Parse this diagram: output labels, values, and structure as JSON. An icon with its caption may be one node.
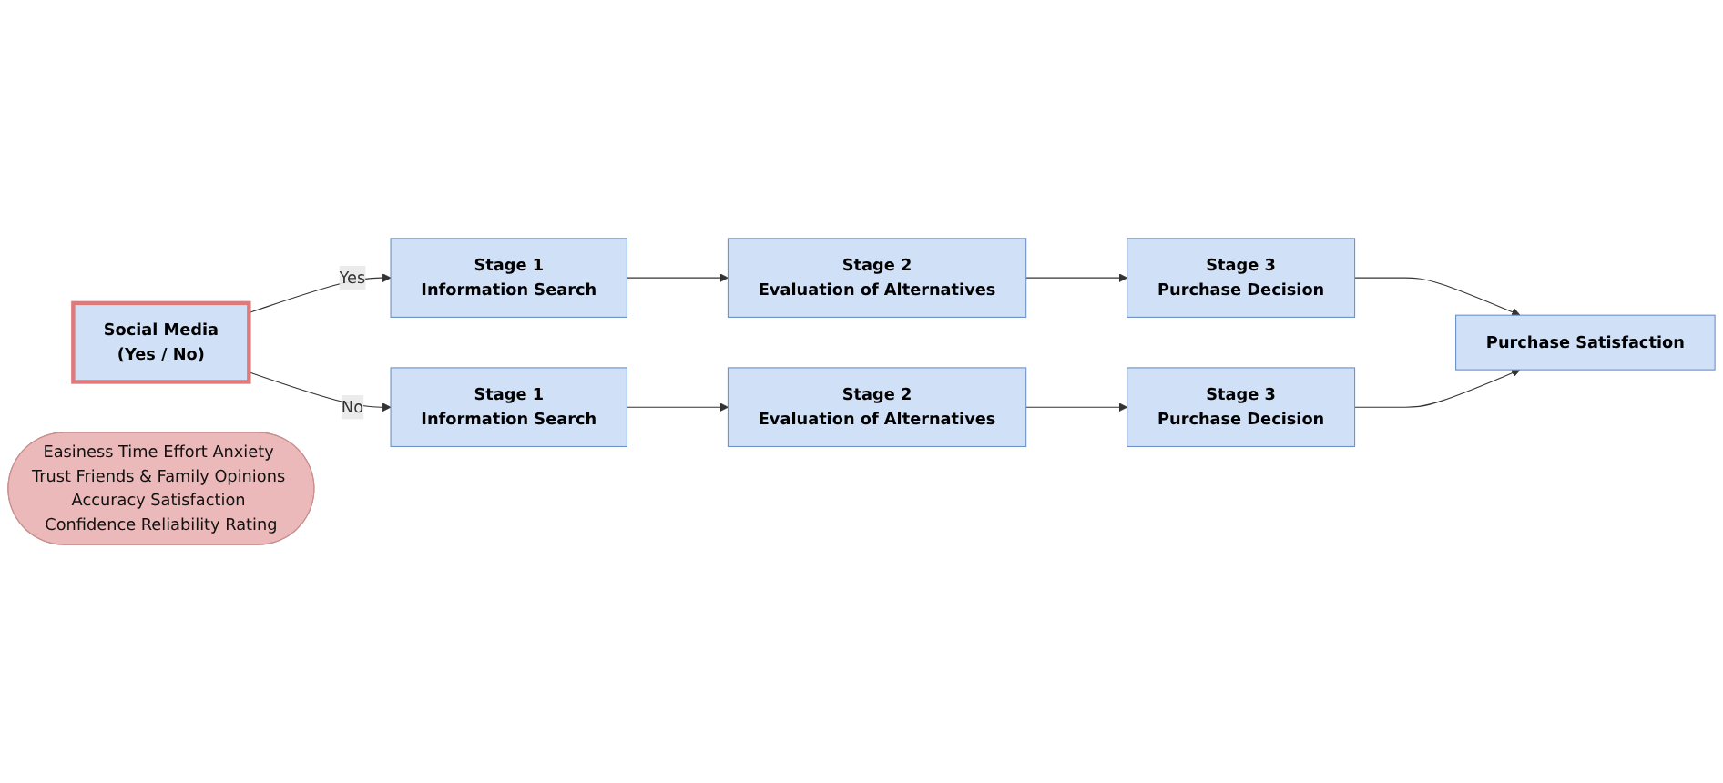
{
  "diagram": {
    "nodes": [
      {
        "text": [
          "Social Media",
          "(Yes / No)"
        ]
      },
      {
        "text": [
          "Stage 1",
          "Information Search"
        ]
      },
      {
        "text": [
          "Stage 2",
          "Evaluation of Alternatives"
        ]
      },
      {
        "text": [
          "Stage 3",
          "Purchase Decision"
        ]
      },
      {
        "text": [
          "Easiness Time Effort Anxiety Trust Friends & Family Opinions Accuracy Satisfaction Confidence Reliability Rating"
        ]
      },
      {
        "text": [
          "Stage 1",
          "Information Search"
        ]
      },
      {
        "text": [
          "Stage 2",
          "Evaluation of Alternatives"
        ]
      },
      {
        "text": [
          "Stage 3",
          "Purchase Decision"
        ]
      },
      {
        "text": [
          "Purchase Satisfaction"
        ]
      }
    ],
    "edges": [
      {
        "from": 0,
        "to": 1,
        "arrow": "to",
        "label": "Yes"
      },
      {
        "from": 1,
        "to": 2,
        "arrow": "to"
      },
      {
        "from": 2,
        "to": 3,
        "arrow": "to"
      },
      {
        "from": 3,
        "to": 8,
        "arrow": "to"
      },
      {
        "from": 0,
        "to": 5,
        "arrow": "to",
        "label": "No"
      },
      {
        "from": 5,
        "to": 6,
        "arrow": "to"
      },
      {
        "from": 6,
        "to": 7,
        "arrow": "to"
      },
      {
        "from": 7,
        "to": 8,
        "arrow": "to"
      }
    ]
  }
}
